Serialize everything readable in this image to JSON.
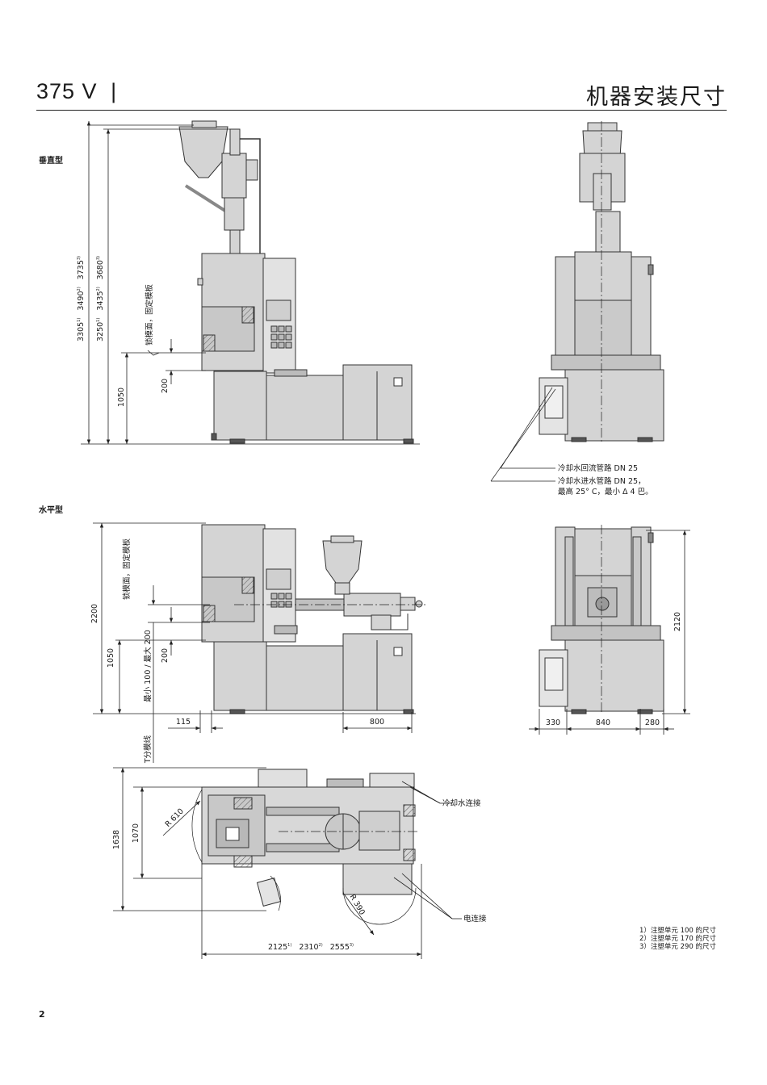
{
  "header": {
    "model": "375 V",
    "divider": "|",
    "section": "机器安装尺寸"
  },
  "labels": {
    "vertical_type": "垂直型",
    "horizontal_type": "水平型"
  },
  "vertical_view": {
    "dims_outer": [
      "3305",
      "3490",
      "3735"
    ],
    "dims_outer_marks": [
      "1)",
      "2)",
      "3)"
    ],
    "dims_inner": [
      "3250",
      "3435",
      "3680"
    ],
    "dims_inner_marks": [
      "1)",
      "2)",
      "3)"
    ],
    "clamp_face": "锁模面，固定模板",
    "dim_1050": "1050",
    "dim_200": "200",
    "cooling_return": "冷却水回流管路 DN 25",
    "cooling_supply_1": "冷却水进水管路 DN 25，",
    "cooling_supply_2": "最高 25° C，最小 Δ 4 巴。"
  },
  "horizontal_view": {
    "dim_2200": "2200",
    "clamp_face": "锁模面，固定模板",
    "dim_1050": "1050",
    "dim_range": "最小 100 / 最大 200",
    "dim_200": "200",
    "dim_115": "115",
    "dim_800": "800",
    "parting_line": "T分模线",
    "dim_2120": "2120",
    "dim_330": "330",
    "dim_840": "840",
    "dim_280": "280"
  },
  "plan_view": {
    "dim_1638": "1638",
    "dim_1070": "1070",
    "radius_610": "R 610",
    "radius_390": "R 390",
    "cooling_conn": "冷却水连接",
    "electric_conn": "电连接",
    "dim_2125": "2125",
    "dim_2310": "2310",
    "dim_2555": "2555",
    "mark_1": "1)",
    "mark_2": "2)",
    "mark_3": "3)"
  },
  "footnotes": [
    "1）注塑单元 100 的尺寸",
    "2）注塑单元 170 的尺寸",
    "3）注塑单元 290 的尺寸"
  ],
  "page_number": "2",
  "colors": {
    "machine_fill": "#d4d4d4",
    "machine_dark": "#9a9a9a",
    "line": "#222222"
  }
}
